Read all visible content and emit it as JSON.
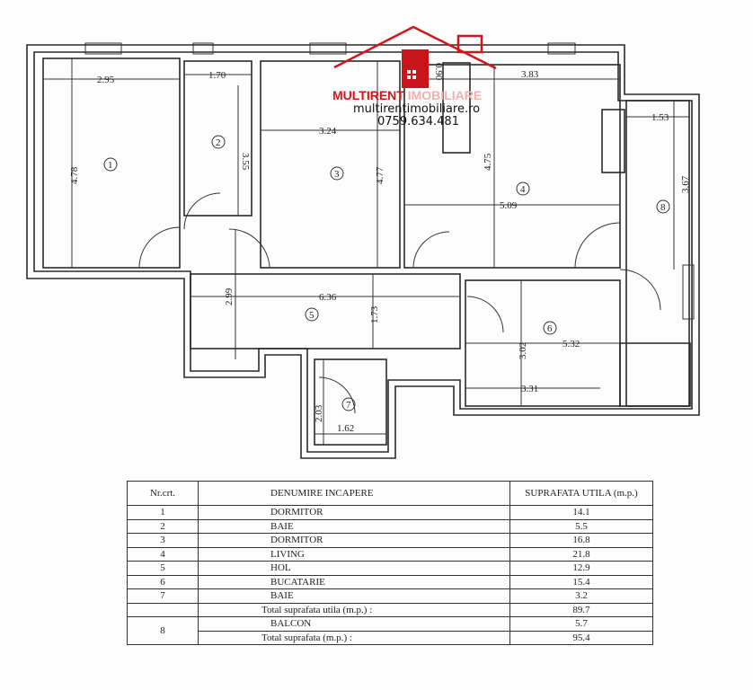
{
  "logo": {
    "brand_main": "MULTIRENT",
    "brand_sub": "IMOBILIARE",
    "website": "multirentimobiliare.ro",
    "phone": "0759.634.481"
  },
  "plan": {
    "dims": [
      "2.95",
      "1.70",
      "3.55",
      "4.78",
      "3.24",
      "4.77",
      "0.90",
      "3.83",
      "4.75",
      "5.09",
      "1.53",
      "3.67",
      "2.99",
      "6.36",
      "1.73",
      "3.02",
      "5.32",
      "3.31",
      "2.03",
      "1.62"
    ],
    "rooms": [
      "1",
      "2",
      "3",
      "4",
      "5",
      "6",
      "7",
      "8"
    ]
  },
  "table": {
    "headers": [
      "Nr.crt.",
      "DENUMIRE INCAPERE",
      "SUPRAFATA UTILA (m.p.)"
    ],
    "rows": [
      {
        "nr": "1",
        "name": "DORMITOR",
        "area": "14.1"
      },
      {
        "nr": "2",
        "name": "BAIE",
        "area": "5.5"
      },
      {
        "nr": "3",
        "name": "DORMITOR",
        "area": "16.8"
      },
      {
        "nr": "4",
        "name": "LIVING",
        "area": "21.8"
      },
      {
        "nr": "5",
        "name": "HOL",
        "area": "12.9"
      },
      {
        "nr": "6",
        "name": "BUCATARIE",
        "area": "15.4"
      },
      {
        "nr": "7",
        "name": "BAIE",
        "area": "3.2"
      }
    ],
    "total_util": {
      "label": "Total suprafata utila  (m.p.) :",
      "area": "89.7"
    },
    "balcon": {
      "nr": "8",
      "name": "BALCON",
      "area": "5.7"
    },
    "total": {
      "label": "Total suprafata (m.p.) :",
      "area": "95.4"
    }
  }
}
